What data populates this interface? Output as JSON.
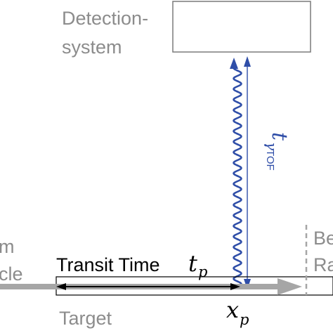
{
  "labels": {
    "detection_line1": "Detection-",
    "detection_line2": "system",
    "beam_line1": "m",
    "beam_line2": "cle",
    "transit_time": "Transit Time",
    "t_p_base": "t",
    "t_p_sub": "p",
    "target": "Target",
    "x_p_base": "x",
    "x_p_sub": "p",
    "tof_base": "t",
    "tof_sub_gamma": "γ",
    "tof_sub_tof": "TOF",
    "right_line1": "Be",
    "right_line2": "Ra"
  },
  "colors": {
    "gray_text": "#8c8c8c",
    "box_stroke": "#7a7a7a",
    "blue": "#2f4ea8",
    "beam": "#a6a6a6",
    "black": "#000000"
  }
}
